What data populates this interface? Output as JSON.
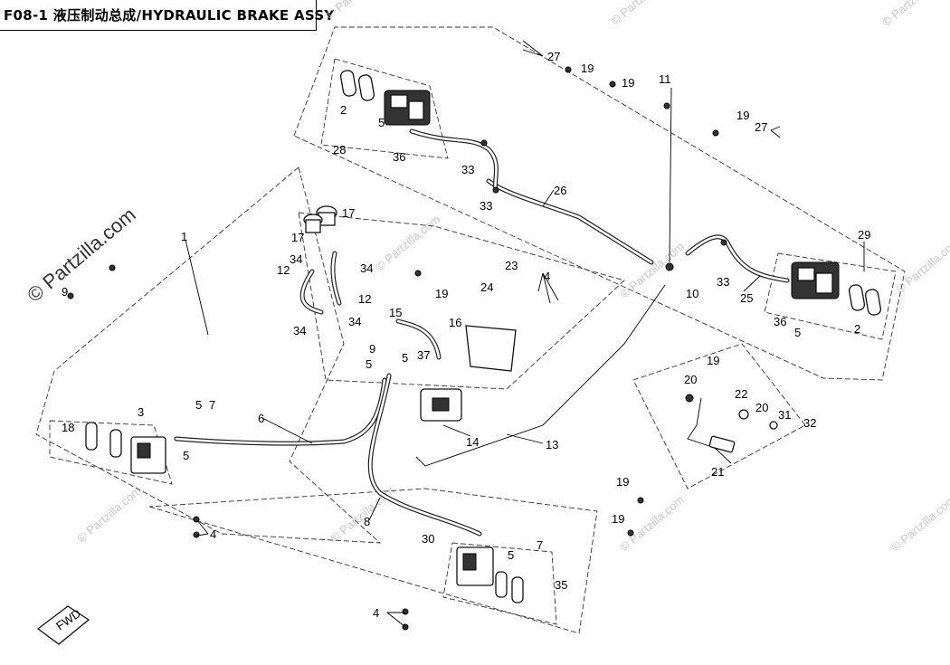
{
  "title": "F08-1 液压制动总成/HYDRAULIC BRAKE ASSY",
  "watermarks": {
    "brand_large": "© Partzilla.com",
    "brand_small": "© Partzilla.com"
  },
  "fwd_label": "FWD",
  "callouts": {
    "c1": "1",
    "c2a": "2",
    "c2b": "2",
    "c3": "3",
    "c4a": "4",
    "c4b": "4",
    "c4c": "4",
    "c5a": "5",
    "c5b": "5",
    "c5c": "5",
    "c5d": "5",
    "c5e": "5",
    "c5f": "5",
    "c5g": "5",
    "c6": "6",
    "c7a": "7",
    "c7b": "7",
    "c8": "8",
    "c9a": "9",
    "c9b": "9",
    "c10": "10",
    "c11": "11",
    "c12a": "12",
    "c12b": "12",
    "c13": "13",
    "c14": "14",
    "c15": "15",
    "c16": "16",
    "c17a": "17",
    "c17b": "17",
    "c18": "18",
    "c19a": "19",
    "c19b": "19",
    "c19c": "19",
    "c19d": "19",
    "c19e": "19",
    "c19f": "19",
    "c19g": "19",
    "c20a": "20",
    "c20b": "20",
    "c21": "21",
    "c22": "22",
    "c23": "23",
    "c24": "24",
    "c25": "25",
    "c26": "26",
    "c27a": "27",
    "c27b": "27",
    "c28": "28",
    "c29": "29",
    "c30": "30",
    "c31": "31",
    "c32": "32",
    "c33a": "33",
    "c33b": "33",
    "c33c": "33",
    "c34a": "34",
    "c34b": "34",
    "c34c": "34",
    "c35": "35",
    "c36a": "36",
    "c36b": "36",
    "c37": "37"
  }
}
